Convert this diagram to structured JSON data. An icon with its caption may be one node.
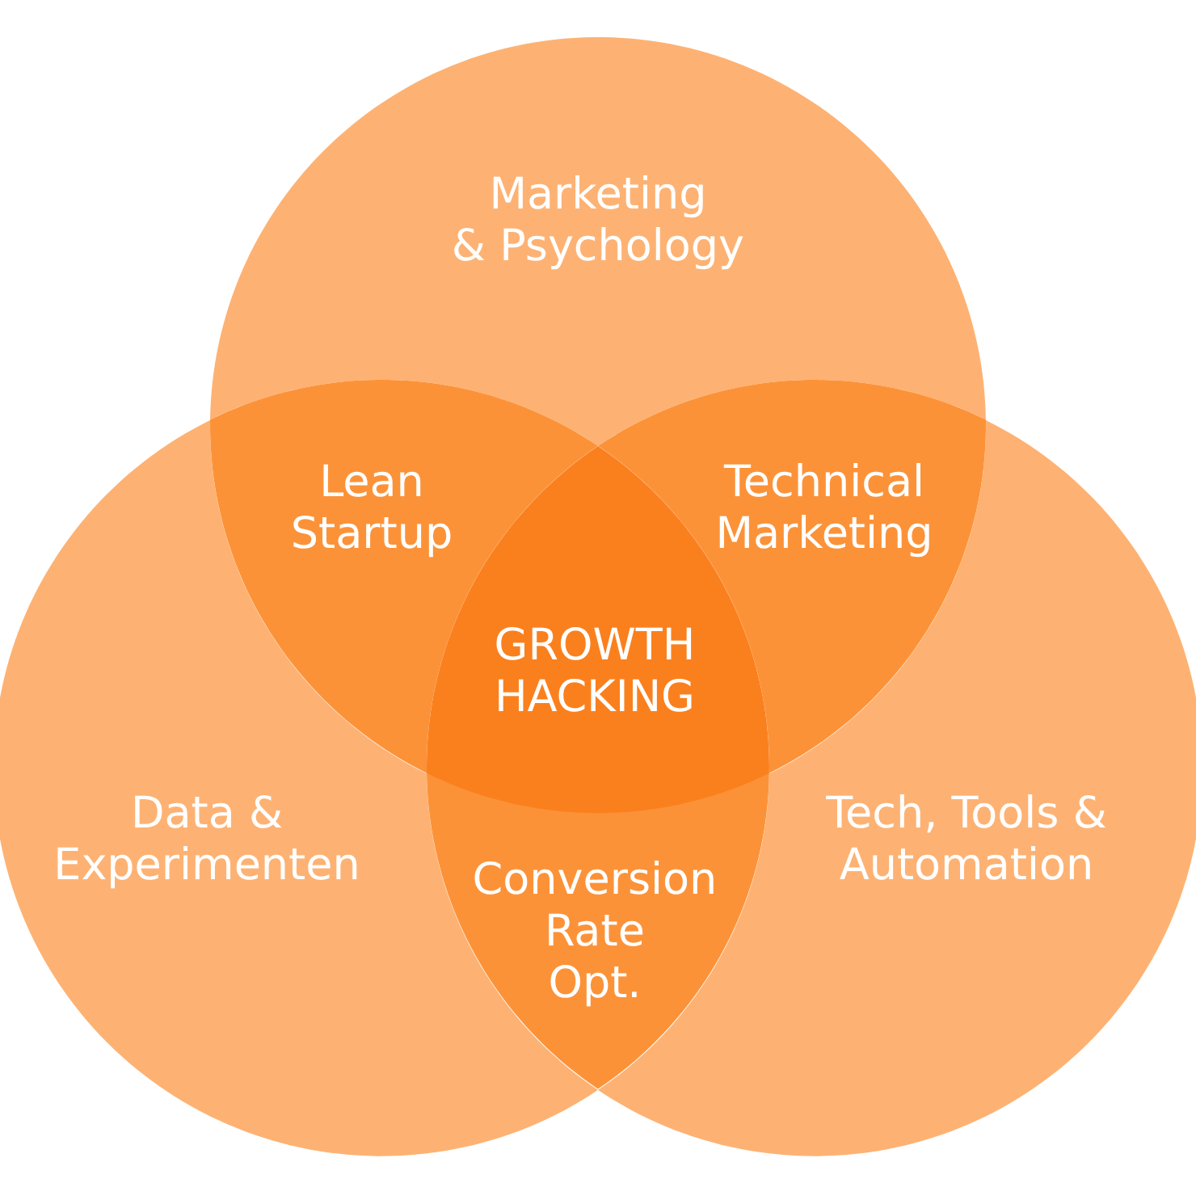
{
  "diagram": {
    "nodes": [
      {
        "text": [
          "Marketing & Psychology"
        ]
      },
      {
        "text": [
          "Lean Startup"
        ]
      },
      {
        "text": [
          "Technical Marketing"
        ]
      },
      {
        "text": [
          "GROWTH HACKING"
        ]
      },
      {
        "text": [
          "Data & Experimenten"
        ]
      },
      {
        "text": [
          "Tech, Tools & Automation"
        ]
      },
      {
        "text": [
          "Conversion Rate Opt."
        ]
      }
    ]
  }
}
